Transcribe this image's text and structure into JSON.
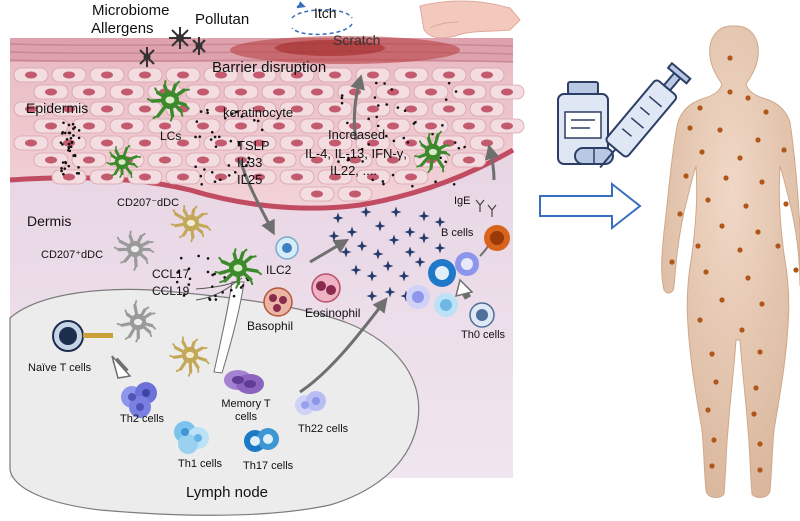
{
  "labels": {
    "microbiome": "Microbiome",
    "allergens": "Allergens",
    "pollutan": "Pollutan",
    "itch": "Itch",
    "scratch": "Scratch",
    "barrier": "Barrier disruption",
    "epidermis": "Epidermis",
    "keratinocyte": "keratinocyte",
    "lcs": "LCs",
    "tslp": "TSLP",
    "il33": "IL33",
    "il25": "IL25",
    "increased": "Increased",
    "cytokines1": "IL-4, IL-13, IFN-γ,",
    "cytokines2": "IL22, ....",
    "dermis": "Dermis",
    "cd207_neg_ddc": "CD207⁻dDC",
    "cd207_pos_ddc": "CD207⁺dDC",
    "ccl17": "CCL17",
    "ccl19": "CCL19",
    "ilc2": "ILC2",
    "basophil": "Basophil",
    "eosinophil": "Eosinophil",
    "ige": "IgE",
    "b_cells": "B cells",
    "th0_cells": "Th0 cells",
    "naive_t": "Naïve T cells",
    "th2": "Th2 cells",
    "memory_t": "Memory T cells",
    "th22": "Th22 cells",
    "th1": "Th1 cells",
    "th17": "Th17 cells",
    "lymph_node": "Lymph node"
  },
  "colors": {
    "skin_top": "#e6b6bd",
    "cell_fill": "#f3dde1",
    "nucleus": "#c45a6e",
    "dermis": "#e8d8e6",
    "lymph": "#ececec",
    "lc_green": "#3d8a2c",
    "dc_yellow": "#c3a85a",
    "star": "#243b6b",
    "arrow_gray": "#6f6f6f",
    "arrow_blue": "#4a79c4",
    "body_skin": "#dfc0a8",
    "lesion": "#b0561a",
    "b_cell": "#d8631b",
    "th1_blue": "#63b4e6",
    "th2_purple": "#6d72d8",
    "th17_blue": "#1b79c5",
    "memory_purple": "#8c63bf"
  },
  "icons": [
    "syringe-icon",
    "medicine-bottle-icon",
    "capsule-icon",
    "hand-icon",
    "itch-scratch-cycle-icon",
    "human-body-icon"
  ]
}
